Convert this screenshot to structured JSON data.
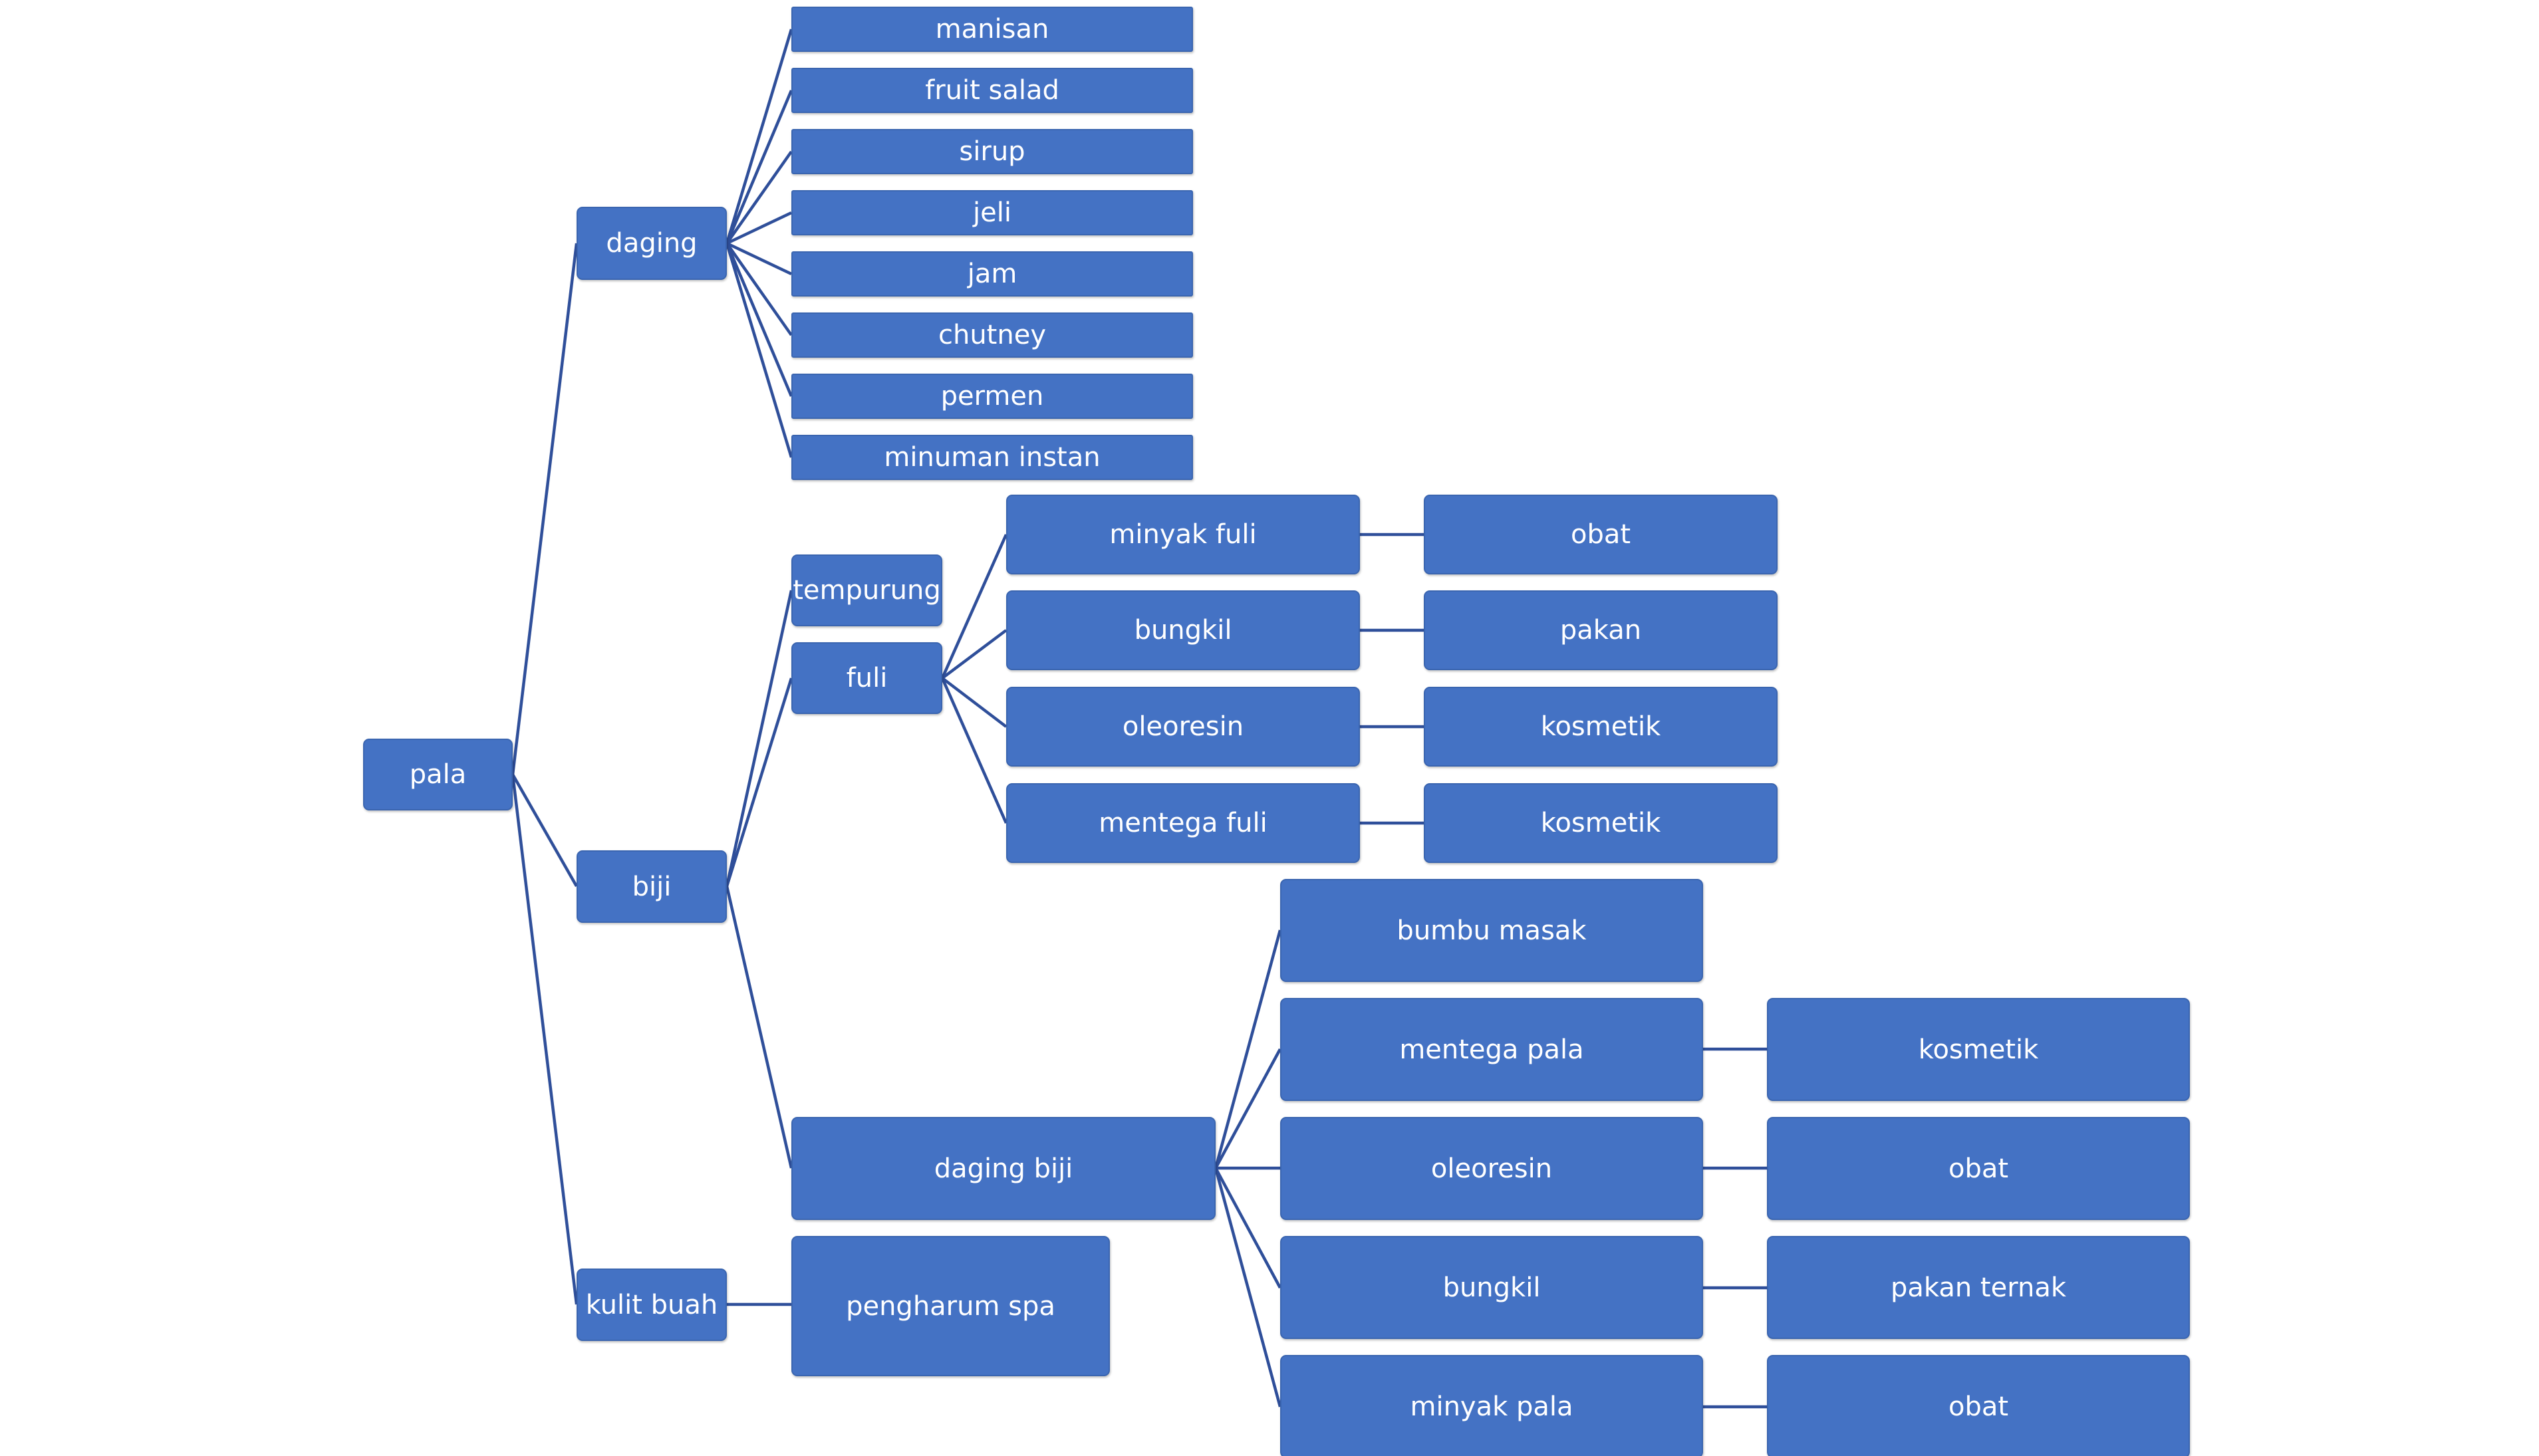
{
  "root": "pala",
  "daging": {
    "label": "daging",
    "products": [
      "manisan",
      "fruit salad",
      "sirup",
      "jeli",
      "jam",
      "chutney",
      "permen",
      "minuman instan"
    ]
  },
  "biji": {
    "label": "biji",
    "tempurung": "tempurung",
    "fuli": {
      "label": "fuli",
      "items": [
        {
          "label": "minyak fuli",
          "use": "obat"
        },
        {
          "label": "bungkil",
          "use": "pakan"
        },
        {
          "label": "oleoresin",
          "use": "kosmetik"
        },
        {
          "label": "mentega fuli",
          "use": "kosmetik"
        }
      ]
    },
    "daging_biji": {
      "label": "daging biji",
      "items": [
        {
          "label": "bumbu masak"
        },
        {
          "label": "mentega pala",
          "use": "kosmetik"
        },
        {
          "label": "oleoresin",
          "use": "obat"
        },
        {
          "label": "bungkil",
          "use": "pakan ternak"
        },
        {
          "label": "minyak pala",
          "use": "obat"
        }
      ]
    }
  },
  "kulit_buah": {
    "label": "kulit buah",
    "product": "pengharum spa"
  }
}
